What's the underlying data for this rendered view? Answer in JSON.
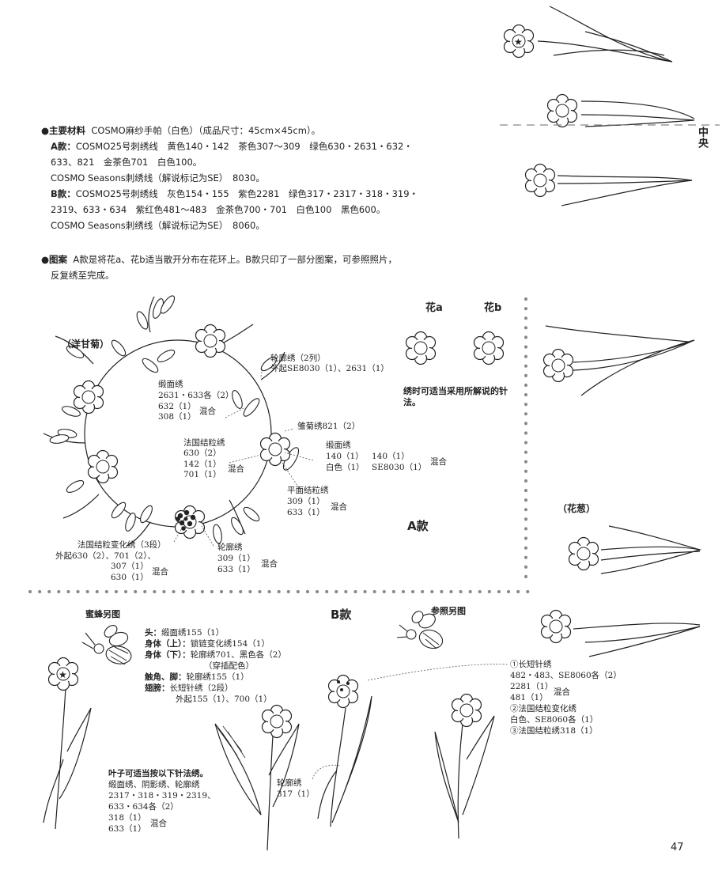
{
  "materials": {
    "heading": "●主要材料",
    "line1": "COSMO麻纱手帕（白色）（成品尺寸：45cm×45cm）。",
    "a_label": "A款：",
    "a_line1": "COSMO25号刺绣线　黄色140・142　茶色307～309　绿色630・2631・632・",
    "a_line2": "633、821　金茶色701　白色100。",
    "a_line3": "COSMO Seasons刺绣线（解说标记为SE）　8030。",
    "b_label": "B款：",
    "b_line1": "COSMO25号刺绣线　灰色154・155　紫色2281　绿色317・2317・318・319・",
    "b_line2": "2319、633・634　紫红色481～483　金茶色700・701　白色100　黑色600。",
    "b_line3": "COSMO Seasons刺绣线（解说标记为SE）　8060。"
  },
  "pattern": {
    "heading": "●图案",
    "line1": "A款是将花a、花b适当散开分布在花环上。B款只印了一部分图案，可参照照片，",
    "line2": "反复绣至完成。"
  },
  "section_a": {
    "label": "A款",
    "wreath_name": "（洋甘菊）",
    "flower_a": "花a",
    "flower_b": "花b",
    "flower_note1": "绣时可适当采用所解说的针",
    "flower_note2": "法。",
    "notes": {
      "outline2_1": "轮廓绣（2列）",
      "outline2_2": "外起SE8030（1）、2631（1）",
      "satin_1": "缎面绣",
      "satin_2": "2631・633各（2）",
      "satin_3": "632（1）",
      "satin_4": "308（1）",
      "mix": "混合",
      "lazy": "雏菊绣821（2）",
      "french_1": "法国结粒绣",
      "french_2": "630（2）",
      "french_3": "142（1）",
      "french_4": "701（1）",
      "satin2_1": "缎面绣",
      "satin2_2": "140（1）",
      "satin2_3": "白色（1）",
      "satin2_4": "140（1）",
      "satin2_5": "SE8030（1）",
      "flat_1": "平面结粒绣",
      "flat_2": "309（1）",
      "flat_3": "633（1）",
      "fvar_1": "法国结粒变化绣（3段）",
      "fvar_2": "外起630（2）、701（2）、",
      "fvar_3": "307（1）",
      "fvar_4": "630（1）",
      "outline_1": "轮廓绣",
      "outline_2": "309（1）",
      "outline_3": "633（1）"
    }
  },
  "side": {
    "center": "中央",
    "scallion": "（花葱）"
  },
  "section_b": {
    "label": "B款",
    "bee_title": "蜜蜂另图",
    "ref_title": "参照另图",
    "bee_head_l": "头：",
    "bee_head": "缎面绣155（1）",
    "bee_upper_l": "身体（上）：",
    "bee_upper": "锁链变化绣154（1）",
    "bee_lower_l": "身体（下）：",
    "bee_lower": "轮廓绣701、黑色各（2）",
    "bee_lower2": "（穿插配色）",
    "bee_ant_l": "触角、脚：",
    "bee_ant": "轮廓绣155（1）",
    "bee_wing_l": "翅膀：",
    "bee_wing": "长短针绣（2段）",
    "bee_wing2": "外起155（1）、700（1）",
    "leaf_1": "叶子可适当按以下针法绣。",
    "leaf_2": "缎面绣、阴影绣、轮廓绣",
    "leaf_3": "2317・318・319・2319、",
    "leaf_4": "633・634各（2）",
    "leaf_5": "318（1）",
    "leaf_6": "633（1）",
    "mix": "混合",
    "stem_1": "轮廓绣",
    "stem_2": "317（1）",
    "f1": "①长短针绣",
    "f2": "482・483、SE8060各（2）",
    "f3": "2281（1）",
    "f4": "481（1）",
    "f5": "②法国结粒变化绣",
    "f6": "白色、SE8060各（1）",
    "f7": "③法国结粒绣318（1）"
  },
  "page_number": "47"
}
